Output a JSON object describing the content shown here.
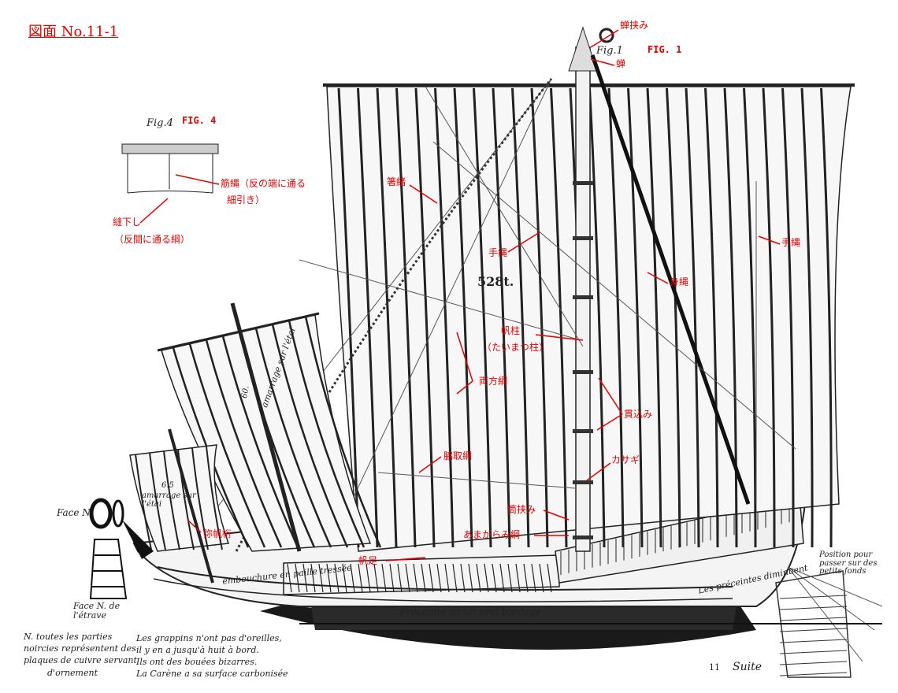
{
  "title": "図面 No.11-1",
  "figure_tags": {
    "fig1": "FIG. 1",
    "fig4": "FIG. 4"
  },
  "annotations": {
    "tsumi_basami": "蝉挟み",
    "semi": "蝉",
    "hashio": "箸緒",
    "tezuna_left": "手縄",
    "tezuna_right": "手縄",
    "sejinawa": "身縄",
    "hobashira": "帆柱",
    "hobashira_reading": "（たいまつ柱）",
    "ryouhou_zuna": "両方綱",
    "kankomi": "貫込み",
    "wakiboku_zuna": "脇取綱",
    "kasago": "カサギ",
    "tsutsubasami": "筒挟み",
    "amagaramiduna": "あまがらみ綱",
    "hoashi": "帆足",
    "yahazu": "弥帆桁",
    "sujinawa": "筋縄（反の端に通る",
    "sujinawa_2": "細引き）",
    "nuisagari": "縫下し",
    "nuisagari_2": "（反間に通る綱）"
  },
  "drawing_text": {
    "fig1_hand": "Fig.1",
    "fig4_hand": "Fig.4",
    "tonnage": "528t.",
    "face_n": "Face N",
    "face_n_etrave": "Face N. de l'étrave",
    "amarrage": "amarrage sur l'étai",
    "amarrage_2": "amarrage sur l'étai",
    "embouchure": "embouchure en paille tressée",
    "preceinte": "Préceinte en un seul bordage",
    "preceintes_diminuent": "Les préceintes diminuent",
    "position": "Position pour passer sur des petits fonds",
    "note_left_1": "N. toutes les parties",
    "note_left_2": "noircies représentent des",
    "note_left_3": "plaques de cuivre servant",
    "note_left_4": "d'ornement",
    "note_mid_1": "Les grappins n'ont pas d'oreilles,",
    "note_mid_2": "il y en a jusqu'à huit à bord.",
    "note_mid_3": "Ils ont des bouées bizarres.",
    "note_mid_4": "La Carène a sa surface carbonisée",
    "page_num": "11",
    "suite": "Suite",
    "label_60": "60.",
    "label_65": "6.5"
  }
}
